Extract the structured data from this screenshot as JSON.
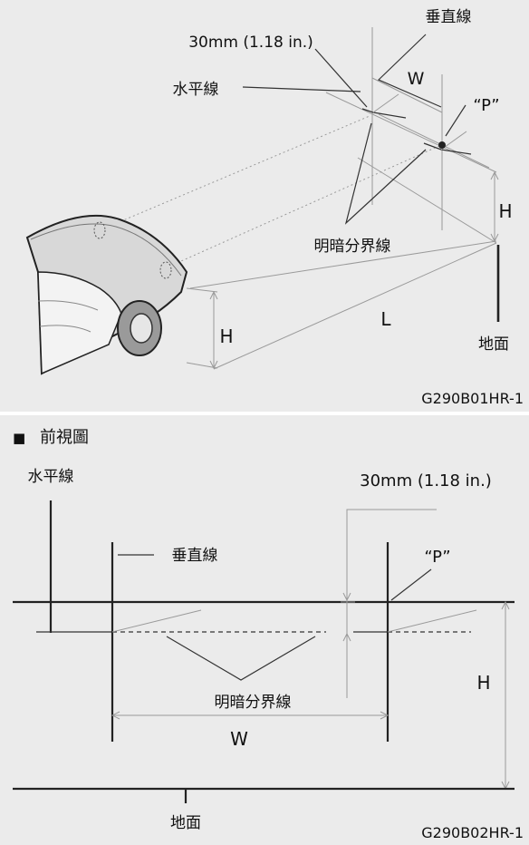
{
  "top_diagram": {
    "labels": {
      "vertical_line": "垂直線",
      "offset": "30mm (1.18 in.)",
      "horizontal_line": "水平線",
      "width": "W",
      "point": "“P”",
      "height": "H",
      "cutoff_line": "明暗分界線",
      "distance": "L",
      "ground": "地面"
    },
    "figure_code": "G290B01HR-1"
  },
  "front_view": {
    "title": "前視圖",
    "bullet": "■",
    "labels": {
      "horizontal_line": "水平線",
      "offset": "30mm (1.18 in.)",
      "vertical_line": "垂直線",
      "point": "“P”",
      "cutoff_line": "明暗分界線",
      "height": "H",
      "width": "W",
      "ground": "地面"
    },
    "figure_code": "G290B02HR-1"
  }
}
